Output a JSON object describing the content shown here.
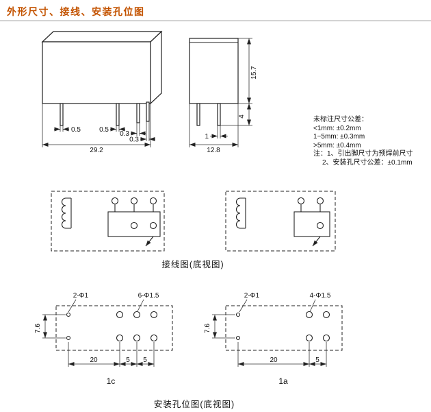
{
  "page": {
    "title": "外形尺寸、接线、安装孔位图",
    "accent_color": "#c35300"
  },
  "outline": {
    "front_view": {
      "pin_w1": "0.5",
      "pin_w2": "0.5",
      "pin_w3": "0.3",
      "pin_w4": "0.3",
      "width": "29.2"
    },
    "side_view": {
      "height": "15.7",
      "pin_len": "4",
      "pin_w": "1",
      "depth": "12.8"
    },
    "notes": [
      "未标注尺寸公差：",
      "<1mm:  ±0.2mm",
      "1~5mm:  ±0.3mm",
      ">5mm:  ±0.4mm",
      "注：1、引出脚尺寸为预焊前尺寸",
      "2、安装孔尺寸公差：±0.1mm"
    ]
  },
  "wiring": {
    "caption": "接线图(底视图)"
  },
  "mounting": {
    "caption": "安装孔位图(底视图)",
    "left": {
      "hole_small": "2-Φ1",
      "hole_big": "6-Φ1.5",
      "row_pitch": "7.6",
      "span": "20",
      "pitch_a": "5",
      "pitch_b": "5",
      "label": "1c"
    },
    "right": {
      "hole_small": "2-Φ1",
      "hole_big": "4-Φ1.5",
      "row_pitch": "7.6",
      "span": "20",
      "pitch_a": "5",
      "label": "1a"
    }
  }
}
